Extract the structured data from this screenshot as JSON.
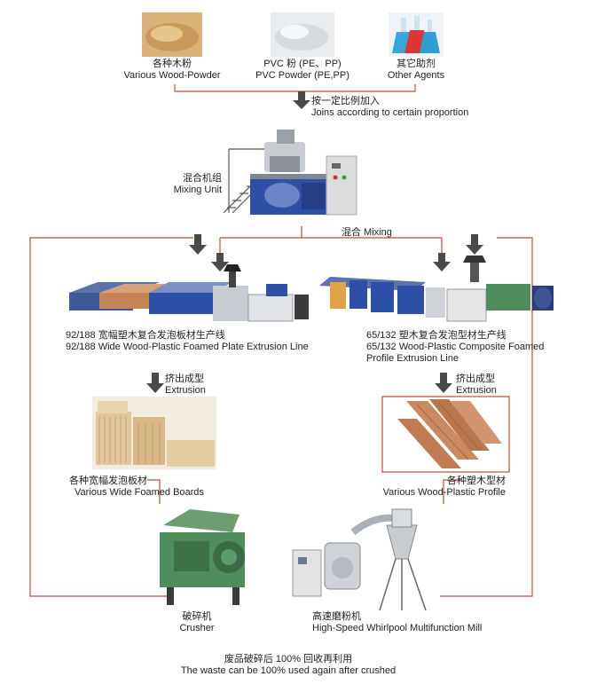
{
  "colors": {
    "line": "#c4493e",
    "arrow": "#4a4a4a",
    "machine_blue": "#2e4fa6",
    "machine_green": "#4f8d5c",
    "board": "#e9cfa4",
    "profile": "#c98a63"
  },
  "materials": [
    {
      "zh": "各种木粉",
      "en": "Various Wood-Powder"
    },
    {
      "zh": "PVC 粉 (PE、PP)",
      "en": "PVC Powder (PE,PP)"
    },
    {
      "zh": "其它助剂",
      "en": "Other Agents"
    }
  ],
  "join": {
    "zh": "按一定比例加入",
    "en": "Joins according to certain proportion"
  },
  "mixing_unit": {
    "zh": "混合机组",
    "en": "Mixing Unit"
  },
  "mixing": {
    "label": "混合 Mixing"
  },
  "lines": {
    "left": {
      "zh": "92/188 宽幅塑木复合发泡板材生产线",
      "en": "92/188 Wide Wood-Plastic Foamed Plate Extrusion Line"
    },
    "right": {
      "zh": "65/132 塑木复合发泡型材生产线",
      "en1": "65/132 Wood-Plastic Composite Foamed",
      "en2": "Profile Extrusion Line"
    }
  },
  "extrusion": {
    "zh": "挤出成型",
    "en": "Extrusion"
  },
  "products": {
    "left": {
      "zh": "各种宽幅发泡板材",
      "en": "Various Wide Foamed Boards"
    },
    "right": {
      "zh": "各种塑木型材",
      "en": "Various Wood-Plastic Profile"
    }
  },
  "crusher": {
    "zh": "破碎机",
    "en": "Crusher"
  },
  "mill": {
    "zh": "高速磨粉机",
    "en": "High-Speed Whirlpool Multifunction Mill"
  },
  "footer": {
    "zh": "废品破碎后 100% 回收再利用",
    "en": "The waste can be 100% used again after crushed"
  }
}
